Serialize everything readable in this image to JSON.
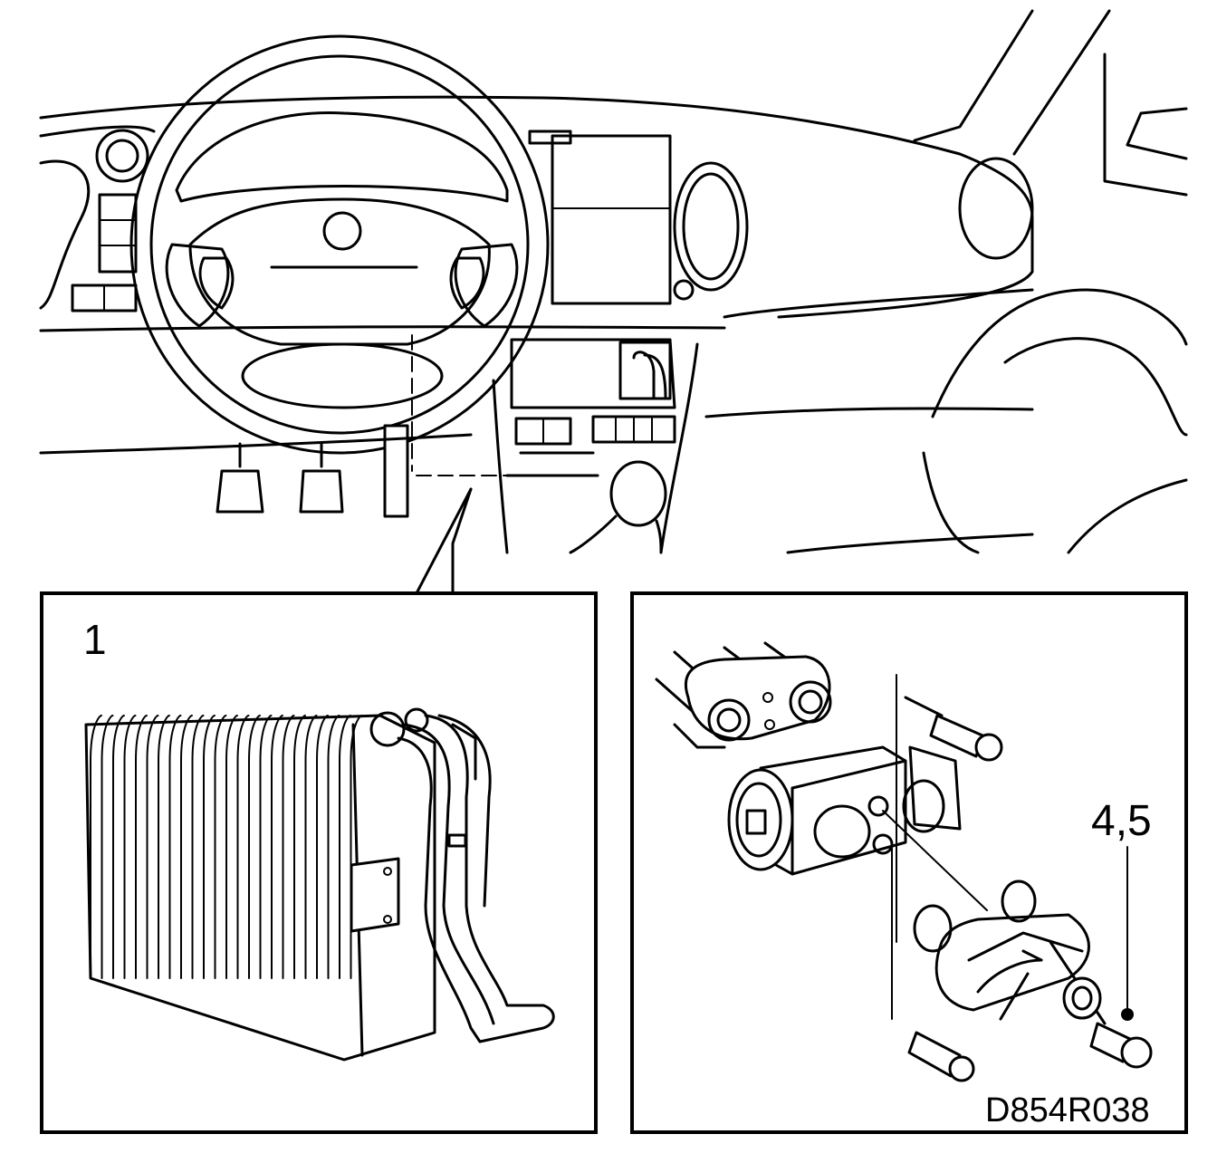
{
  "labels": {
    "panel_left_number": "1",
    "panel_right_number": "4,5",
    "drawing_code": "D854R038"
  },
  "colors": {
    "ink": "#000000",
    "paper": "#ffffff"
  }
}
